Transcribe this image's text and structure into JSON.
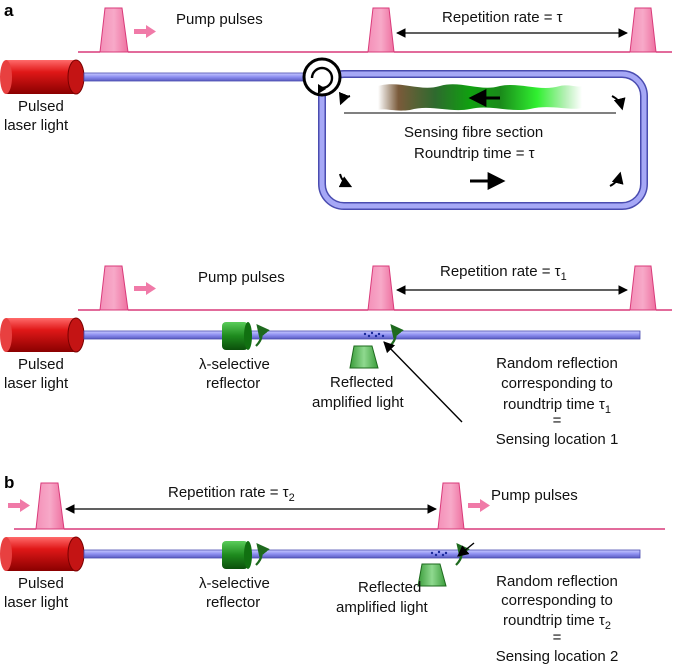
{
  "panels": {
    "a": "a",
    "b": "b"
  },
  "ring_section": {
    "pump_pulses": "Pump pulses",
    "repetition_rate": "Repetition rate = τ",
    "laser_line1": "Pulsed",
    "laser_line2": "laser light",
    "sensing_line1": "Sensing fibre section",
    "sensing_line2": "Roundtrip time = τ"
  },
  "linear_section_1": {
    "pump_pulses": "Pump pulses",
    "repetition_rate": "Repetition rate = τ",
    "rate_subscript": "1",
    "laser_line1": "Pulsed",
    "laser_line2": "laser light",
    "reflector_line1": "λ-selective",
    "reflector_line2": "reflector",
    "reflected_line1": "Reflected",
    "reflected_line2": "amplified light",
    "random_line1": "Random reflection",
    "random_line2": "corresponding to",
    "random_line3": "roundtrip time τ",
    "random_subscript": "1",
    "random_line4": "=",
    "random_line5": "Sensing location 1"
  },
  "linear_section_2": {
    "pump_pulses": "Pump pulses",
    "repetition_rate": "Repetition rate = τ",
    "rate_subscript": "2",
    "laser_line1": "Pulsed",
    "laser_line2": "laser light",
    "reflector_line1": "λ-selective",
    "reflector_line2": "reflector",
    "reflected_line1": "Reflected",
    "reflected_line2": "amplified light",
    "random_line1": "Random reflection",
    "random_line2": "corresponding to",
    "random_line3": "roundtrip time τ",
    "random_subscript": "2",
    "random_line4": "=",
    "random_line5": "Sensing location 2"
  },
  "colors": {
    "pulse": "#f07aa8",
    "pulse_line": "#d93a7a",
    "fibre": "#8c8ef0",
    "laser": "#d01818",
    "reflector": "#1e8a1e"
  }
}
